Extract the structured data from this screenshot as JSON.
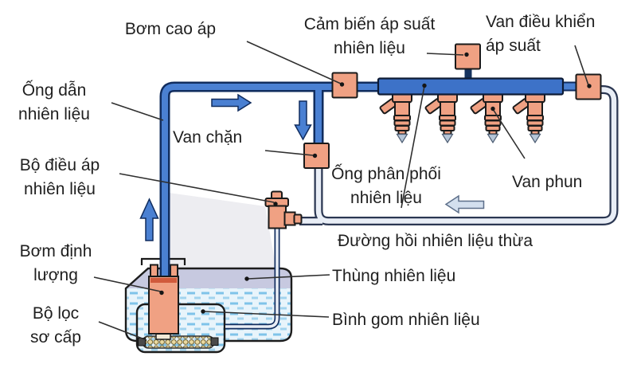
{
  "labels": {
    "bom_cao_ap": "Bơm cao áp",
    "cam_bien_ap_suat": "Cảm biến áp suất\nnhiên liệu",
    "van_dieu_khien": "Van điều khiển\náp suất",
    "ong_dan": "Ống dẫn\nnhiên liệu",
    "van_chan": "Van chặn",
    "bo_dieu_ap": "Bộ điều áp\nnhiên liệu",
    "ong_phan_phoi": "Ống phân phối\nnhiên liệu",
    "van_phun": "Van phun",
    "duong_hoi": "Đường hồi nhiên liệu thừa",
    "bom_dinh_luong": "Bơm định\nlượng",
    "bo_loc": "Bộ lọc\nsơ cấp",
    "thung_nhien_lieu": "Thùng nhiên liệu",
    "binh_gom": "Bình gom nhiên liệu"
  },
  "icons": {
    "flow_right": "arrow-right-icon",
    "flow_down": "arrow-down-icon",
    "flow_up": "arrow-up-icon",
    "return_left": "arrow-left-icon"
  },
  "colors": {
    "pipe_blue": "#4a80d2",
    "pipe_outline": "#102c5e",
    "rail_blue": "#3d72c8",
    "component_salmon": "#f0a183",
    "component_outline": "#1a1a1a",
    "return_pipe_fill": "#e9eef6",
    "return_pipe_outline": "#2b3752",
    "tank_headspace": "#c7c9e0",
    "text": "#1f1f1f",
    "background": "#ffffff"
  }
}
